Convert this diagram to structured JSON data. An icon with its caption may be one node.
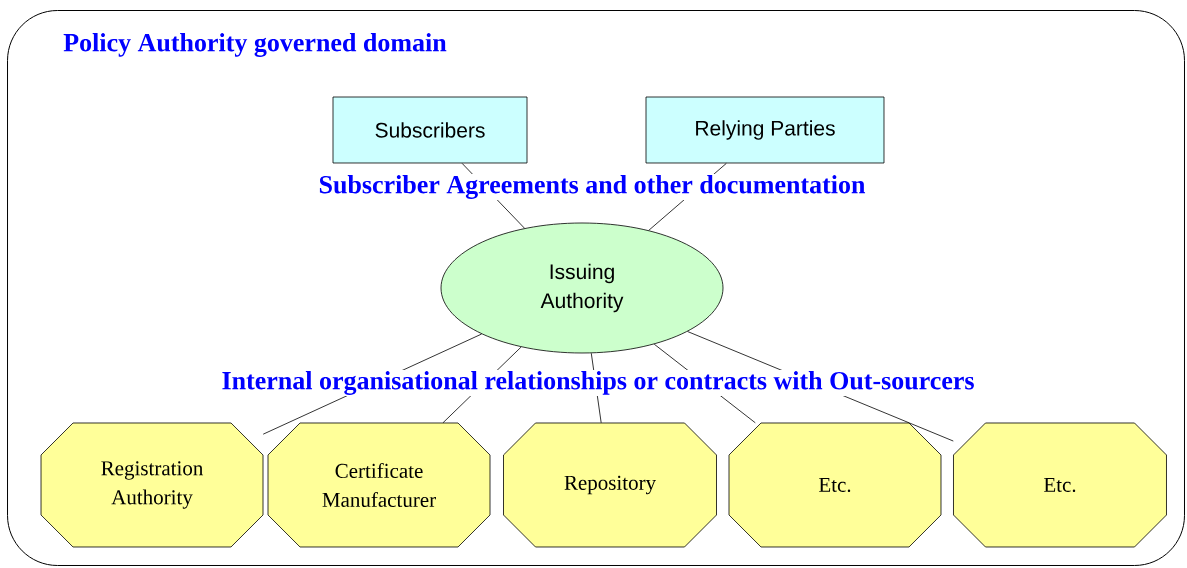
{
  "diagram": {
    "nodes": [
      {
        "text": [
          "Policy Authority governed domain"
        ]
      },
      {
        "text": [
          "Subscribers"
        ],
        "in": 0
      },
      {
        "text": [
          "Relying Parties"
        ],
        "in": 0
      },
      {
        "text": [
          "Issuing Authority"
        ],
        "in": 0
      },
      {
        "text": [
          "Registration Authority"
        ],
        "in": 0
      },
      {
        "text": [
          "Certificate Manufacturer"
        ],
        "in": 0
      },
      {
        "text": [
          "Repository"
        ],
        "in": 0
      },
      {
        "text": [
          "Etc."
        ],
        "in": 0
      },
      {
        "text": [
          "Etc."
        ],
        "in": 0
      }
    ],
    "edges": [
      {
        "from": 1,
        "to": 3,
        "arrow": "none"
      },
      {
        "from": 2,
        "to": 3,
        "arrow": "none"
      },
      {
        "from": 3,
        "to": 4,
        "arrow": "none"
      },
      {
        "from": 3,
        "to": 5,
        "arrow": "none"
      },
      {
        "from": 3,
        "to": 6,
        "arrow": "none"
      },
      {
        "from": 3,
        "to": 7,
        "arrow": "none"
      },
      {
        "from": 3,
        "to": 8,
        "arrow": "none"
      }
    ],
    "labels": [
      "Subscriber Agreements and other documentation",
      "Internal organisational relationships or contracts with Out-sourcers"
    ]
  }
}
